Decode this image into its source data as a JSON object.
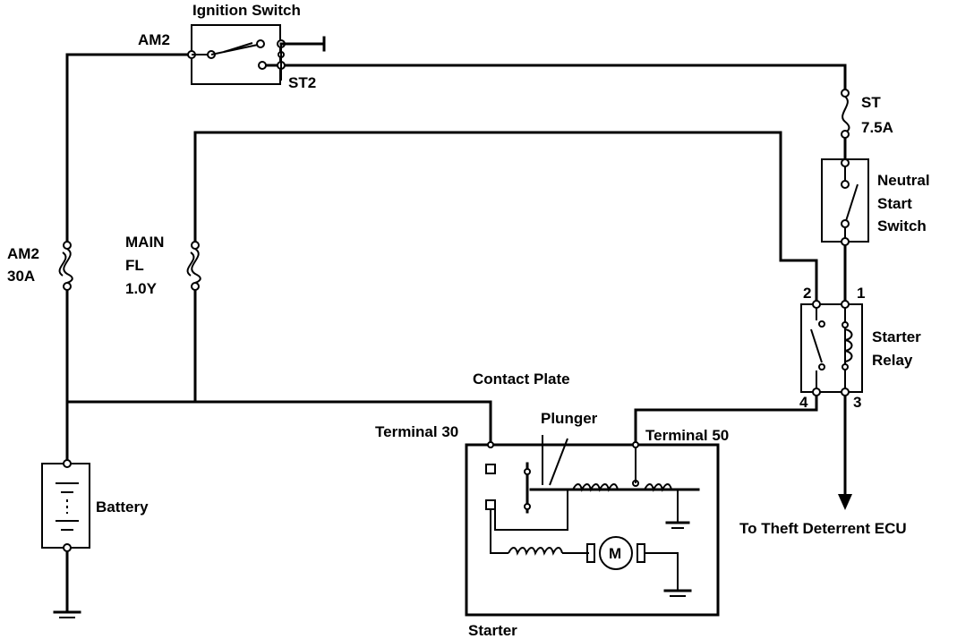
{
  "labels": {
    "ignition_switch": "Ignition Switch",
    "am2_switch": "AM2",
    "st2": "ST2",
    "st_fuse_name": "ST",
    "st_fuse_rating": "7.5A",
    "neutral_1": "Neutral",
    "neutral_2": "Start",
    "neutral_3": "Switch",
    "am2_fuse_name": "AM2",
    "am2_fuse_rating": "30A",
    "main_1": "MAIN",
    "main_2": "FL",
    "main_3": "1.0Y",
    "relay_pin2": "2",
    "relay_pin1": "1",
    "relay_pin4": "4",
    "relay_pin3": "3",
    "starter_relay_1": "Starter",
    "starter_relay_2": "Relay",
    "contact_plate": "Contact Plate",
    "plunger": "Plunger",
    "terminal_30": "Terminal 30",
    "terminal_50": "Terminal 50",
    "battery": "Battery",
    "motor": "M",
    "starter": "Starter",
    "theft_ecu": "To Theft Deterrent ECU"
  }
}
